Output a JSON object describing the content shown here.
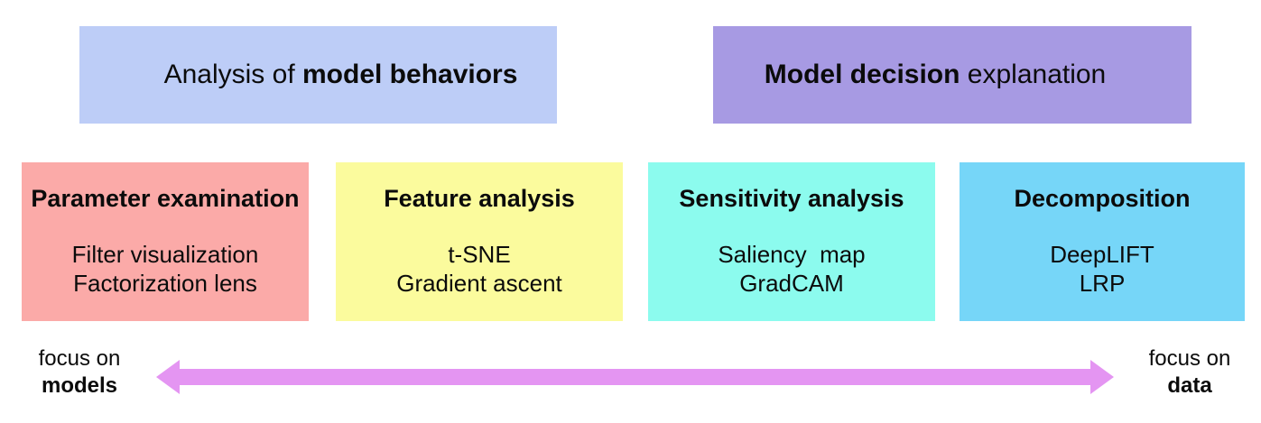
{
  "top_row": [
    {
      "prefix": "Analysis of ",
      "bold": "model behaviors",
      "suffix": "",
      "bg": "#bdcdf7"
    },
    {
      "prefix": "",
      "bold": "Model decision",
      "suffix": " explanation",
      "bg": "#a79ae3"
    }
  ],
  "categories": [
    {
      "title": "Parameter examination",
      "items": [
        "Filter visualization",
        "Factorization lens"
      ],
      "bg": "#fbaaa8"
    },
    {
      "title": "Feature analysis",
      "items": [
        "t-SNE",
        "Gradient ascent"
      ],
      "bg": "#fbfb9d"
    },
    {
      "title": "Sensitivity analysis",
      "items": [
        "Saliency  map",
        "GradCAM"
      ],
      "bg": "#8cfbee"
    },
    {
      "title": "Decomposition",
      "items": [
        "DeepLIFT",
        "LRP"
      ],
      "bg": "#76d6f8"
    }
  ],
  "axis": {
    "left": {
      "line1": "focus on",
      "line2": "models"
    },
    "right": {
      "line1": "focus on",
      "line2": "data"
    },
    "arrow_color": "#e495f2"
  }
}
